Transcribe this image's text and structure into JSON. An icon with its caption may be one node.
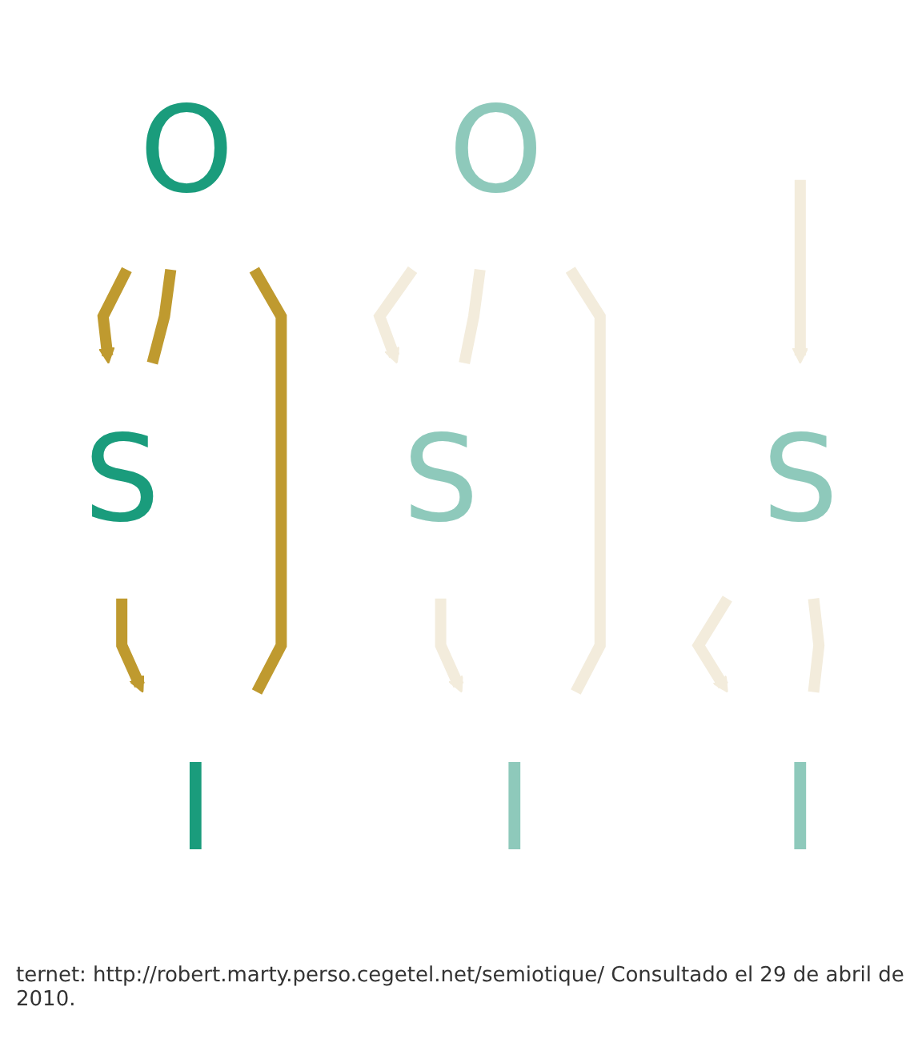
{
  "diagram": {
    "nodes": [
      {
        "text": [
          "O"
        ]
      },
      {
        "text": [
          "S"
        ]
      },
      {
        "text": [
          "I"
        ]
      },
      {
        "text": [
          "S"
        ]
      },
      {
        "text": [
          "I"
        ]
      },
      {
        "text": [
          "O"
        ]
      },
      {
        "text": [
          "S"
        ]
      },
      {
        "text": [
          "I"
        ]
      }
    ],
    "edges": [
      {
        "from": 0,
        "to": 1,
        "arrow": "to",
        "color": "#bf9a2f"
      },
      {
        "from": 1,
        "to": 2,
        "arrow": "to",
        "color": "#bf9a2f"
      },
      {
        "from": 0,
        "to": 2,
        "arrow": "none",
        "color": "#bf9a2f"
      },
      {
        "from": 1,
        "to": 0,
        "arrow": "none",
        "color": "#bf9a2f"
      },
      {
        "from": null,
        "to": 3,
        "arrow": "to",
        "color": "#f3ecdc"
      },
      {
        "from": 3,
        "to": 4,
        "arrow": "to",
        "color": "#f3ecdc"
      },
      {
        "from": 3,
        "to": 4,
        "arrow": "none",
        "color": "#f3ecdc"
      },
      {
        "from": 5,
        "to": 6,
        "arrow": "to",
        "color": "#f3ecdc"
      },
      {
        "from": 6,
        "to": 7,
        "arrow": "to",
        "color": "#f3ecdc"
      },
      {
        "from": 5,
        "to": 7,
        "arrow": "none",
        "color": "#f3ecdc"
      },
      {
        "from": 6,
        "to": 5,
        "arrow": "none",
        "color": "#f3ecdc"
      }
    ],
    "labels": [
      "ternet: http://robert.marty.perso.cegetel.net/semiotique/ Consultado el 29 de abril de 2010."
    ]
  }
}
